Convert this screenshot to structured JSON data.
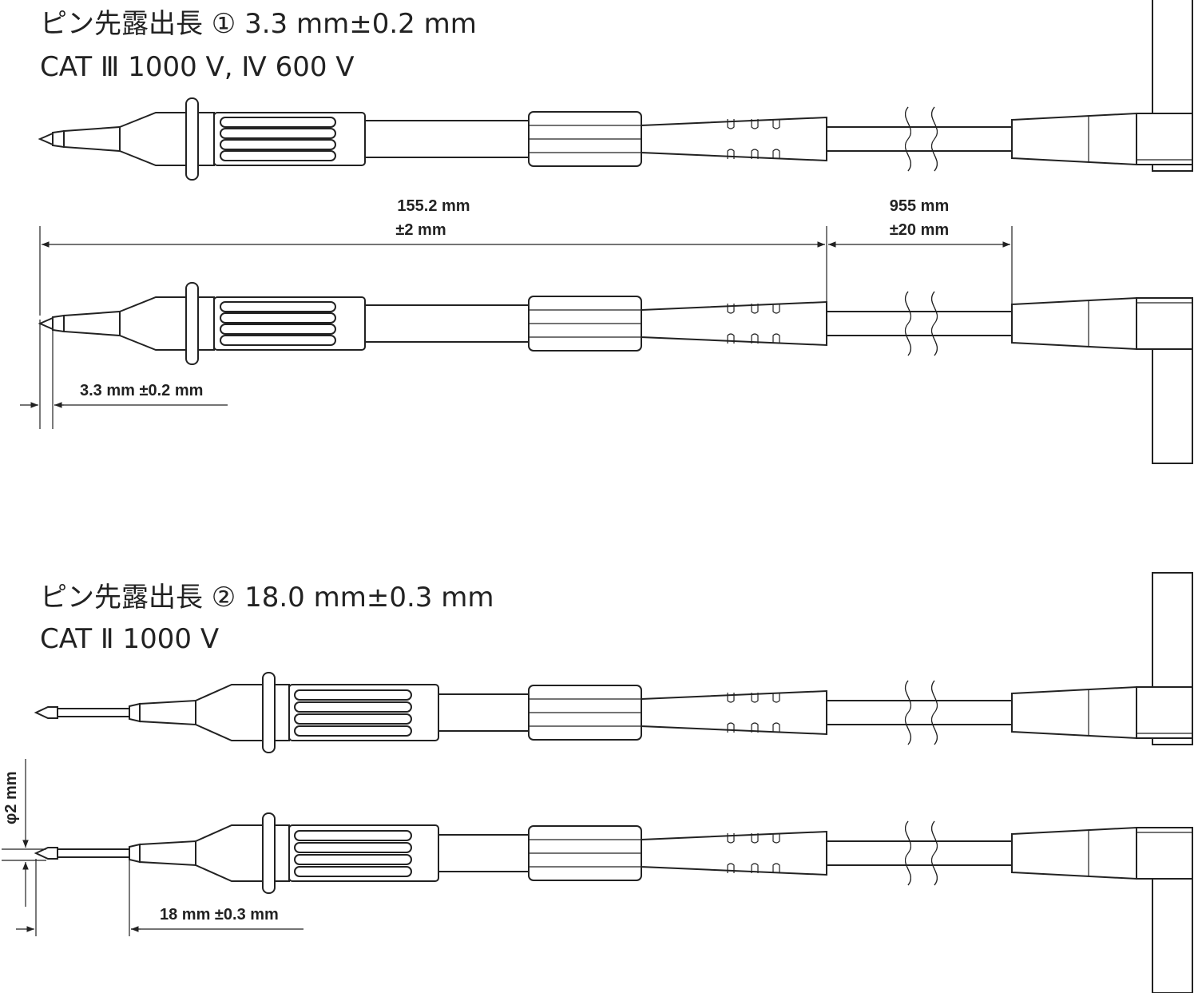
{
  "section1": {
    "title": "ピン先露出長 ① 3.3 mm±0.2 mm",
    "cat": "CAT Ⅲ 1000 V, Ⅳ 600 V"
  },
  "section2": {
    "title": "ピン先露出長 ② 18.0 mm±0.3 mm",
    "cat": "CAT Ⅱ 1000 V"
  },
  "dimensions": {
    "probe_length_value": "155.2 mm",
    "probe_length_tol": "±2 mm",
    "cable_length_value": "955 mm",
    "cable_length_tol": "±20 mm",
    "tip1_exposure": "3.3 mm ±0.2 mm",
    "tip2_exposure": "18 mm ±0.3 mm",
    "tip2_diameter": "φ2 mm"
  }
}
